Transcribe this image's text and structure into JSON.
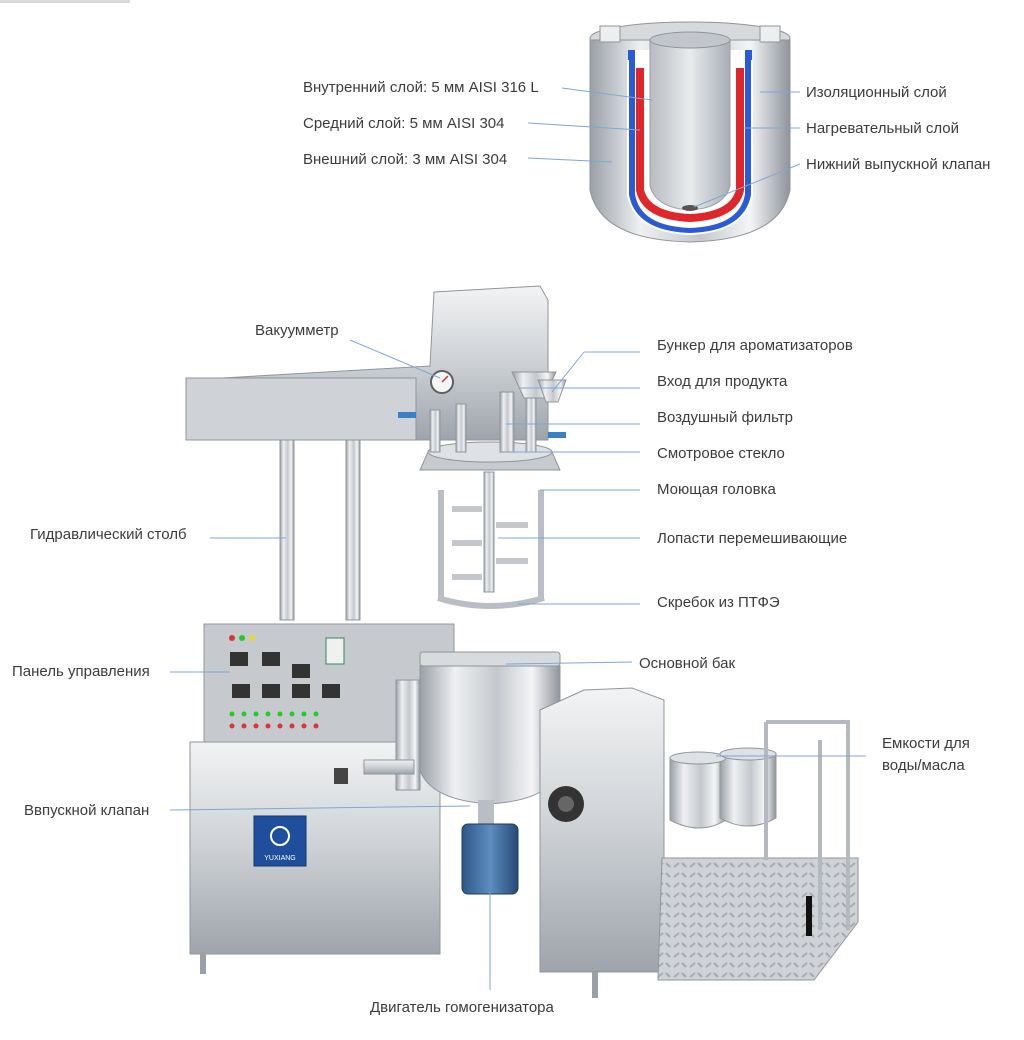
{
  "vessel_section": {
    "labels": {
      "inner_layer": "Внутренний слой: 5 мм AISI 316 L",
      "middle_layer": "Средний слой: 5 мм AISI 304",
      "outer_layer": "Внешний слой: 3 мм AISI 304",
      "insulation_layer": "Изоляционный слой",
      "heating_layer": "Нагревательный слой",
      "bottom_valve": "Нижний выпускной клапан"
    },
    "colors": {
      "heating": "#e0262b",
      "insulation": "#2a5bd7",
      "steel": "#c9cdd2"
    }
  },
  "machine": {
    "labels": {
      "vacuum_gauge": "Вакуумметр",
      "hydraulic_column": "Гидравлический столб",
      "control_panel": "Панель управления",
      "inlet_valve": "Ввпускной клапан",
      "homogenizer_motor": "Двигатель гомогенизатора",
      "flavor_hopper": "Бункер для ароматизаторов",
      "product_inlet": "Вход для продукта",
      "air_filter": "Воздушный фильтр",
      "sight_glass": "Смотровое стекло",
      "washing_head": "Моющая головка",
      "mixing_blades": "Лопасти перемешивающие",
      "ptfe_scraper": "Скребок из ПТФЭ",
      "main_tank": "Основной бак",
      "water_oil_tanks": "Емкости для воды/масла"
    },
    "panel_brand_text": "YUXIANG",
    "colors": {
      "steel_light": "#e3e5e8",
      "steel_dark": "#9da3aa",
      "leader": "#5b8fc7",
      "motor": "#3f6fa3"
    }
  }
}
